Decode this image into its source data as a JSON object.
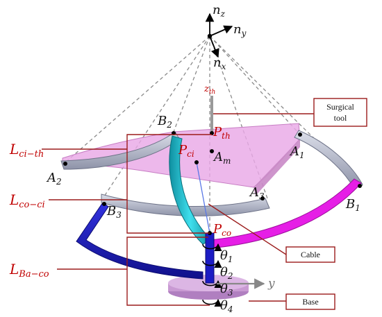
{
  "frame": {
    "x_axis": "n",
    "x_sub": "x",
    "y_axis": "n",
    "y_sub": "y",
    "z_axis": "n",
    "z_sub": "z"
  },
  "points": {
    "A1": {
      "main": "A",
      "sub": "1"
    },
    "A2": {
      "main": "A",
      "sub": "2"
    },
    "A3": {
      "main": "A",
      "sub": "3"
    },
    "Am": {
      "main": "A",
      "sub": "m"
    },
    "B1": {
      "main": "B",
      "sub": "1"
    },
    "B2": {
      "main": "B",
      "sub": "2"
    },
    "B3": {
      "main": "B",
      "sub": "3"
    },
    "Pth": {
      "main": "P",
      "sub": "th"
    },
    "Pci": {
      "main": "P",
      "sub": "ci"
    },
    "Pco": {
      "main": "P",
      "sub": "co"
    },
    "zth": {
      "main": "z",
      "sub": "th"
    }
  },
  "lengths": {
    "ci_th": {
      "main": "L",
      "sub": "ci−th"
    },
    "co_ci": {
      "main": "L",
      "sub": "co−ci"
    },
    "ba_co": {
      "main": "L",
      "sub": "Ba−co"
    }
  },
  "angles": [
    {
      "main": "θ",
      "sub": "1"
    },
    {
      "main": "θ",
      "sub": "2"
    },
    {
      "main": "θ",
      "sub": "3"
    },
    {
      "main": "θ",
      "sub": "4"
    }
  ],
  "base_axis": "y",
  "callouts": {
    "surgical_tool_line1": "Surgical",
    "surgical_tool_line2": "tool",
    "cable": "Cable",
    "base": "Base"
  },
  "colors": {
    "label_red": "#c00000",
    "platform_pink": "#e9a8e6",
    "arc_gray": "#a9adc0",
    "link_blue": "#1c1cc4",
    "link_magenta": "#e61ee6",
    "link_cyan": "#22b8c8",
    "base_purple": "#c99ad3"
  }
}
